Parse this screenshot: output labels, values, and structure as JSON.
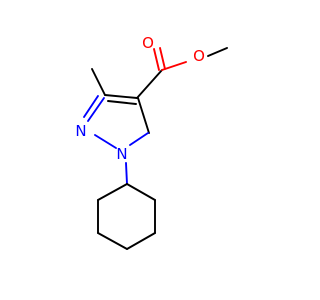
{
  "molecule": {
    "atoms": {
      "carbonyl_o": {
        "symbol": "O",
        "color": "#ff0000"
      },
      "ester_o": {
        "symbol": "O",
        "color": "#ff0000"
      },
      "n2": {
        "symbol": "N",
        "color": "#0000ff"
      },
      "n1": {
        "symbol": "N",
        "color": "#0000ff"
      }
    },
    "colors": {
      "bond": "#000000",
      "oxygen": "#ff0000",
      "nitrogen": "#0000ff"
    }
  }
}
